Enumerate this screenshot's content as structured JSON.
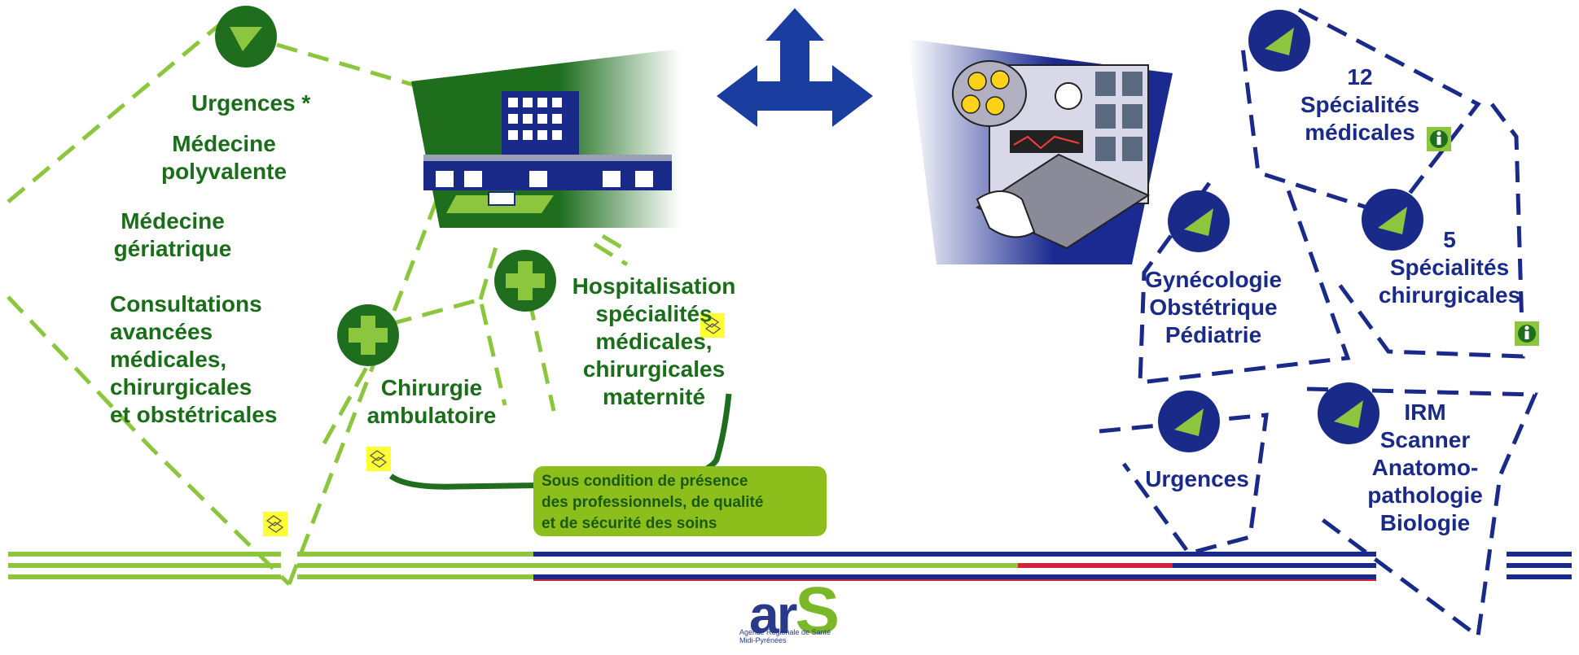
{
  "left_labels": {
    "urgences": "Urgences *",
    "medecine_polyvalente": "Médecine\npolyvalente",
    "medecine_geriatrique": "Médecine\ngériatrique",
    "consultations": "Consultations\navancées\nmédicales,\nchirurgicales\n  et obstétricales",
    "chirurgie_ambulatoire": "Chirurgie\nambulatoire",
    "hospitalisation": "Hospitalisation\nspécialités\nmédicales,\nchirurgicales\nmaternité"
  },
  "note": "Sous condition de présence\ndes professionnels, de qualité\net de sécurité des soins",
  "right_labels": {
    "specialites_medicales": "12\nSpécialités\nmédicales",
    "specialites_chirurgicales": "5\nSpécialités\nchirurgicales",
    "gyneco": "Gynécologie\nObstétrique\nPédiatrie",
    "urgences": "Urgences",
    "imagerie": "IRM\nScanner\nAnatomo-\npathologie\nBiologie"
  },
  "logo": {
    "word": "ar",
    "letter_s": "S",
    "subtitle": "Agence Régionale de Santé\nMidi-Pyrénées"
  },
  "colors": {
    "green_dark": "#1a6e1a",
    "green_light": "#8cc63e",
    "navy": "#1a2a88",
    "red": "#d0243a"
  },
  "icons": [
    "play-circle-icon",
    "plus-circle-icon",
    "info-icon",
    "note-icon",
    "hospital-icon",
    "operating-room-icon",
    "direction-arrows-icon"
  ]
}
